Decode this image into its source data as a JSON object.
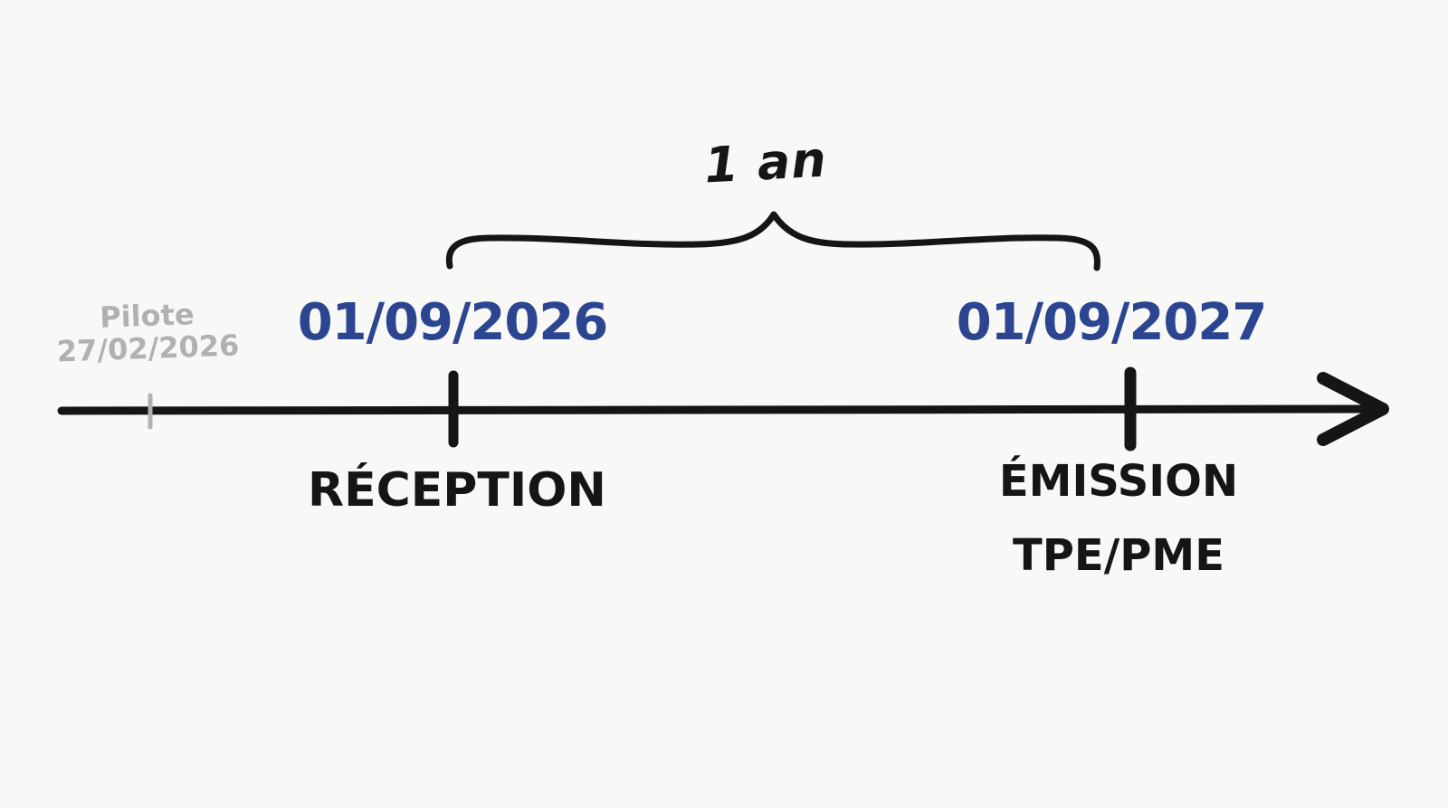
{
  "diagram": {
    "type": "timeline",
    "duration_label": "1 an",
    "pilot": {
      "name": "Pilote",
      "date": "27/02/2026"
    },
    "milestones": [
      {
        "date": "01/09/2026",
        "label": "RÉCEPTION"
      },
      {
        "date": "01/09/2027",
        "label_lines": [
          "ÉMISSION",
          "TPE/PME"
        ]
      }
    ],
    "icons": {
      "arrowhead": "arrow-right"
    },
    "colors": {
      "background": "#f8f8f6",
      "ink": "#151515",
      "accent": "#2b4591",
      "muted": "#b1b1b1"
    }
  }
}
